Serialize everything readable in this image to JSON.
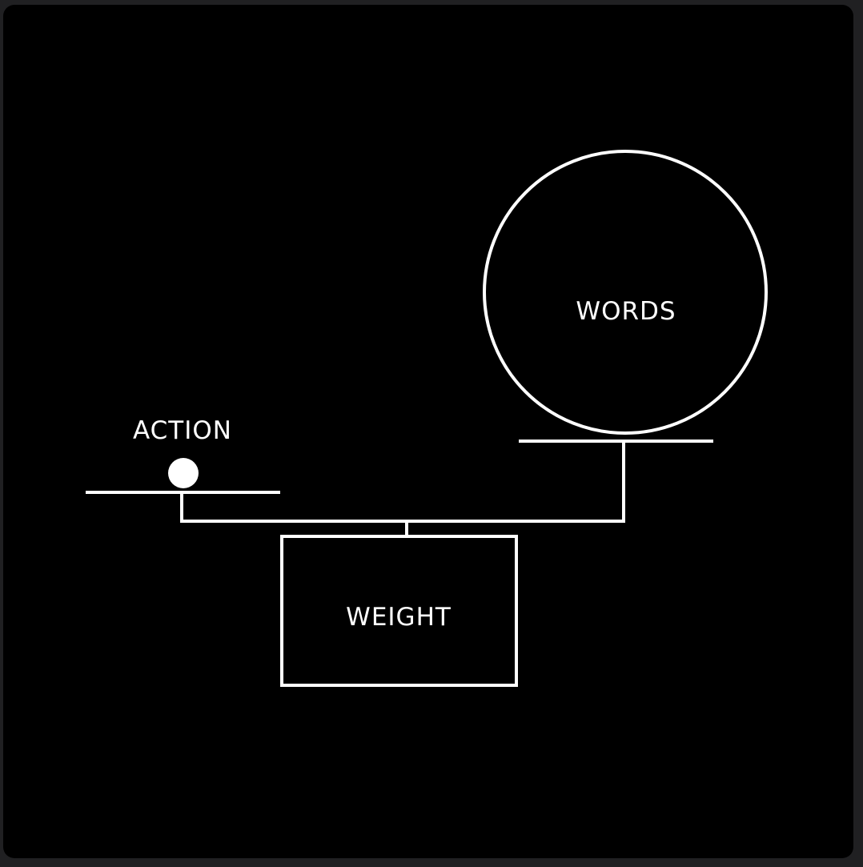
{
  "diagram": {
    "labels": {
      "action": "ACTION",
      "words": "WORDS",
      "weight": "WEIGHT"
    },
    "colors": {
      "background": "#000000",
      "stroke": "#ffffff"
    }
  }
}
